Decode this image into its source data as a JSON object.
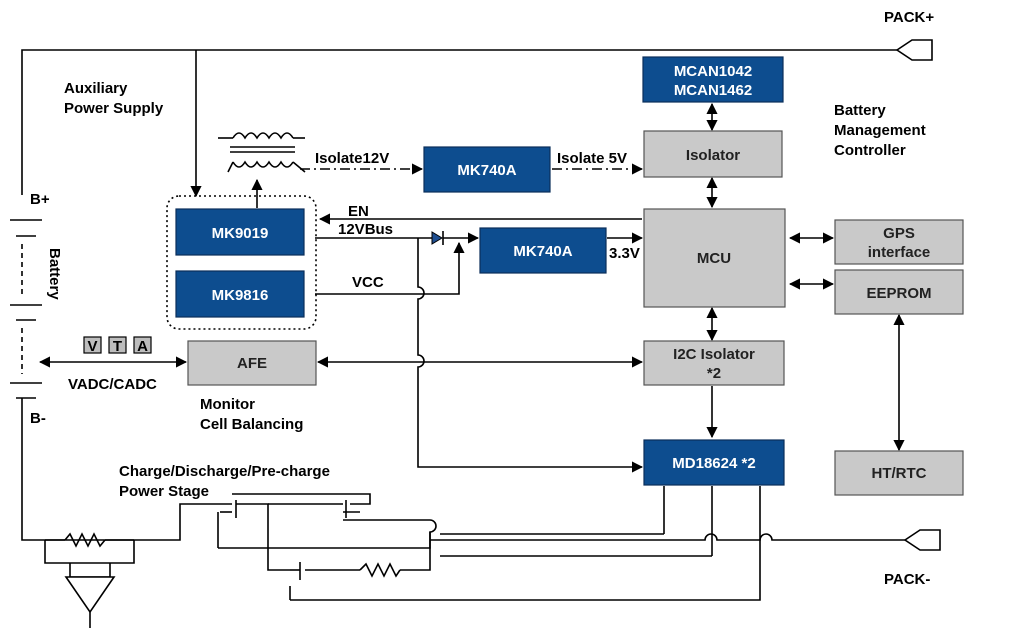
{
  "labels": {
    "pack_plus": "PACK+",
    "pack_minus": "PACK-",
    "b_plus": "B+",
    "b_minus": "B-",
    "battery": "Battery",
    "aux_line1": "Auxiliary",
    "aux_line2": "Power Supply",
    "bmc_line1": "Battery",
    "bmc_line2": "Management",
    "bmc_line3": "Controller",
    "isolate12v": "Isolate12V",
    "isolate5v": "Isolate 5V",
    "en": "EN",
    "bus12v": "12VBus",
    "v33": "3.3V",
    "vcc": "VCC",
    "vadc": "VADC/CADC",
    "monitor_line1": "Monitor",
    "monitor_line2": "Cell Balancing",
    "power_line1": "Charge/Discharge/Pre-charge",
    "power_line2": "Power Stage",
    "vta_v": "V",
    "vta_t": "T",
    "vta_a": "A"
  },
  "blocks": {
    "mcan_line1": "MCAN1042",
    "mcan_line2": "MCAN1462",
    "mk740a_top": "MK740A",
    "mk740a_mid": "MK740A",
    "mk9019": "MK9019",
    "mk9816": "MK9816",
    "isolator": "Isolator",
    "mcu": "MCU",
    "gps_line1": "GPS",
    "gps_line2": "interface",
    "eeprom": "EEPROM",
    "afe": "AFE",
    "i2c_line1": "I2C Isolator",
    "i2c_line2": "*2",
    "md18624": "MD18624 *2",
    "htrtc": "HT/RTC"
  },
  "colors": {
    "blue_block": "#0d4d8f",
    "gray_block": "#c9c9c9"
  }
}
